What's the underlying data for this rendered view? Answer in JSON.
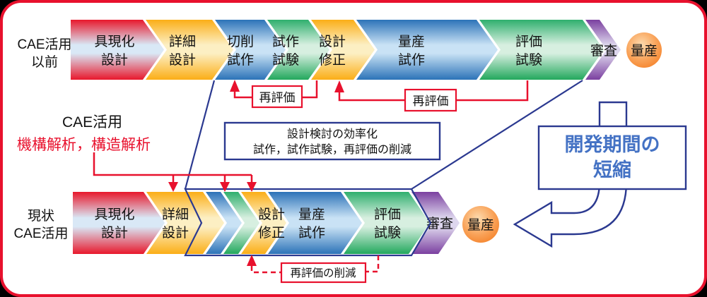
{
  "diagram_title_context": "CAE process comparison diagram",
  "colors": {
    "frame_border": "#e8112d",
    "accent_red": "#e8112d",
    "navy_outline": "#2b3990",
    "shorten_text_blue": "#4472c4",
    "stage_red": "#e8182c",
    "stage_yellow": "#fbae17",
    "stage_blue": "#2c73b8",
    "stage_green": "#2faf6e",
    "stage_purple": "#7b40a0",
    "terminal_orange": "#f47b20",
    "pale_center": "#d9e8f6"
  },
  "row_before": {
    "label_line1": "CAE活用",
    "label_line2": "以前",
    "stages": [
      {
        "line1": "具現化",
        "line2": "設計"
      },
      {
        "line1": "詳細",
        "line2": "設計"
      },
      {
        "line1": "切削",
        "line2": "試作"
      },
      {
        "line1": "試作",
        "line2": "試験"
      },
      {
        "line1": "設計",
        "line2": "修正"
      },
      {
        "line1": "量産",
        "line2": "試作"
      },
      {
        "line1": "評価",
        "line2": "試験"
      },
      {
        "line1": "審査",
        "line2": ""
      }
    ],
    "terminal": "量産",
    "feedback1": "再評価",
    "feedback2": "再評価"
  },
  "row_current": {
    "label_line1": "現状",
    "label_line2": "CAE活用",
    "stages": [
      {
        "line1": "具現化",
        "line2": "設計"
      },
      {
        "line1": "詳細",
        "line2": "設計"
      },
      {
        "line1": "",
        "line2": ""
      },
      {
        "line1": "",
        "line2": ""
      },
      {
        "line1": "設計",
        "line2": "修正"
      },
      {
        "line1": "量産",
        "line2": "試作"
      },
      {
        "line1": "評価",
        "line2": "試験"
      },
      {
        "line1": "審査",
        "line2": ""
      }
    ],
    "terminal": "量産",
    "reduction": "再評価の削減"
  },
  "annotations": {
    "cae_title": "CAE活用",
    "cae_methods": "機構解析，構造解析",
    "efficiency_line1": "設計検討の効率化",
    "efficiency_line2": "試作，試作試験，再評価の削減",
    "shorten_line1": "開発期間の",
    "shorten_line2": "短縮"
  }
}
